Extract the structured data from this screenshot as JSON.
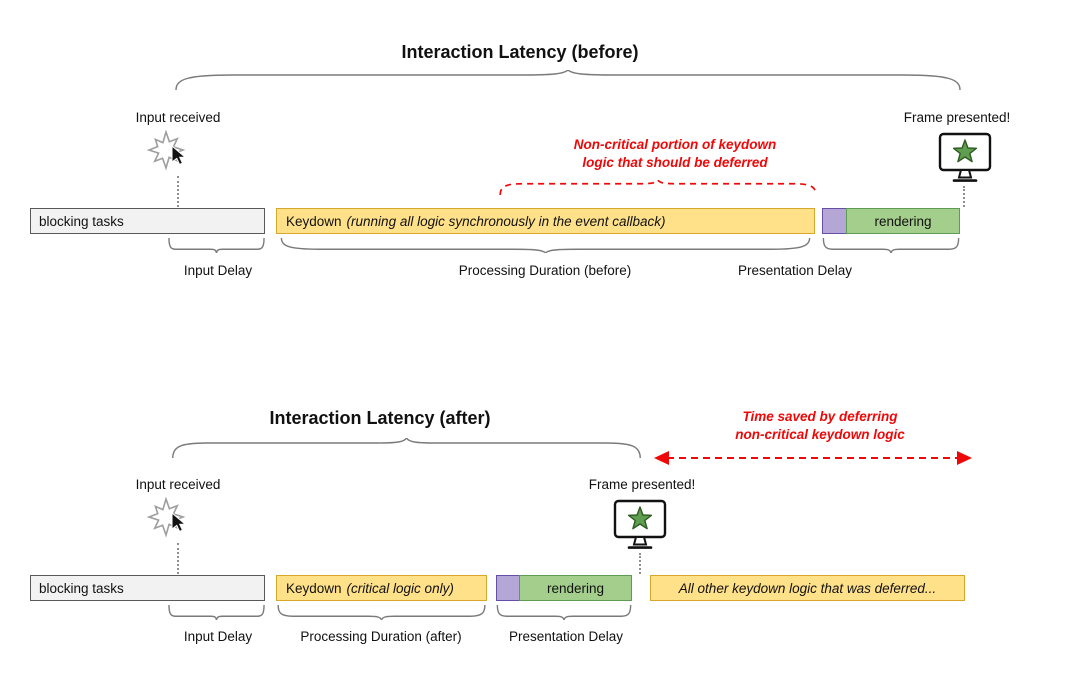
{
  "colors": {
    "yellow_fill": "#FFE18A",
    "yellow_border": "#D9A72C",
    "gray_fill": "#F2F2F2",
    "gray_border": "#595959",
    "purple_fill": "#B4A7D6",
    "purple_border": "#674EA7",
    "green_fill": "#A4CE8C",
    "green_border": "#5E9C52",
    "red": "#EE0808",
    "brace": "#7a7a7a",
    "star_fill": "#5F9E4E",
    "star_border": "#2D5A22"
  },
  "top": {
    "title": "Interaction Latency (before)",
    "input_received": "Input received",
    "frame_presented": "Frame presented!",
    "note_line1": "Non-critical portion of keydown",
    "note_line2": "logic that should be deferred",
    "bar_blocking": "blocking tasks",
    "bar_keydown_prefix": "Keydown",
    "bar_keydown_detail": "(running all logic synchronously in the event callback)",
    "bar_rendering": "rendering",
    "label_input_delay": "Input Delay",
    "label_processing": "Processing Duration (before)",
    "label_presentation": "Presentation Delay"
  },
  "bottom": {
    "title": "Interaction Latency (after)",
    "note_line1": "Time saved by deferring",
    "note_line2": "non-critical keydown logic",
    "input_received": "Input received",
    "frame_presented": "Frame presented!",
    "bar_blocking": "blocking tasks",
    "bar_keydown_prefix": "Keydown",
    "bar_keydown_detail": "(critical logic only)",
    "bar_rendering": "rendering",
    "bar_deferred": "All other keydown logic that was deferred...",
    "label_input_delay": "Input Delay",
    "label_processing": "Processing Duration (after)",
    "label_presentation": "Presentation Delay"
  }
}
